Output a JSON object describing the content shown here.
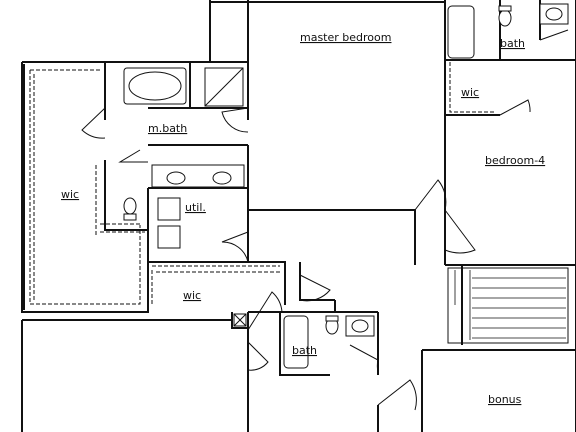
{
  "plan": {
    "rooms": {
      "master_bedroom": "master bedroom",
      "bath_top": "bath",
      "wic_top": "wic",
      "m_bath": "m.bath",
      "bedroom_4": "bedroom-4",
      "wic_left": "wic",
      "util": "util.",
      "wic_mid": "wic",
      "bath_bottom": "bath",
      "bonus": "bonus"
    }
  }
}
